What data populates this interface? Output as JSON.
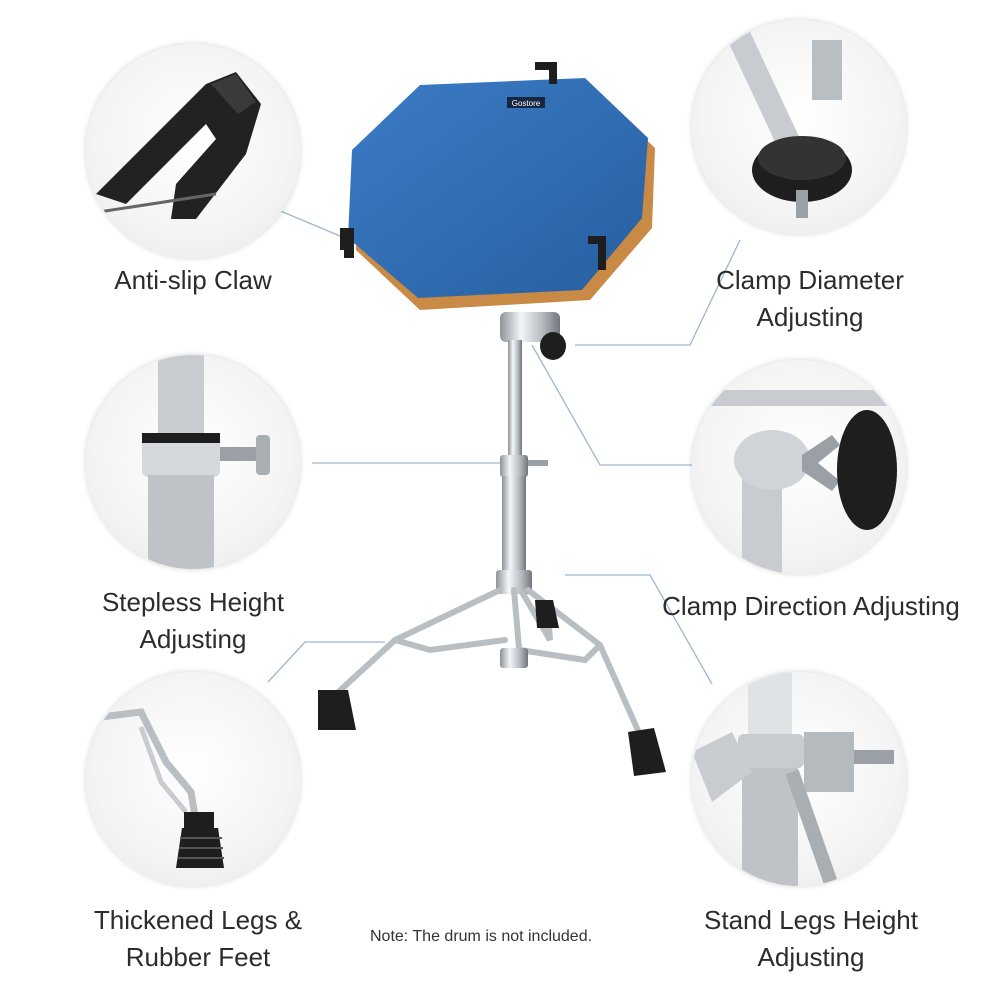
{
  "labels": {
    "anti_slip_claw": "Anti-slip Claw",
    "clamp_diameter_l1": "Clamp Diameter",
    "clamp_diameter_l2": "Adjusting",
    "stepless_l1": "Stepless Height",
    "stepless_l2": "Adjusting",
    "clamp_direction": "Clamp Direction Adjusting",
    "legs_l1": "Thickened Legs &",
    "legs_l2": "Rubber Feet",
    "stand_legs_l1": "Stand Legs Height",
    "stand_legs_l2": "Adjusting"
  },
  "note": "Note: The drum is not included.",
  "pad_brand": "Gostore",
  "colors": {
    "pad_blue": "#2f6fb8",
    "pad_wood": "#c98a45",
    "chrome": "#c8ccd0",
    "rubber": "#1e1e1e",
    "leader_line": "#9fb6d0"
  }
}
